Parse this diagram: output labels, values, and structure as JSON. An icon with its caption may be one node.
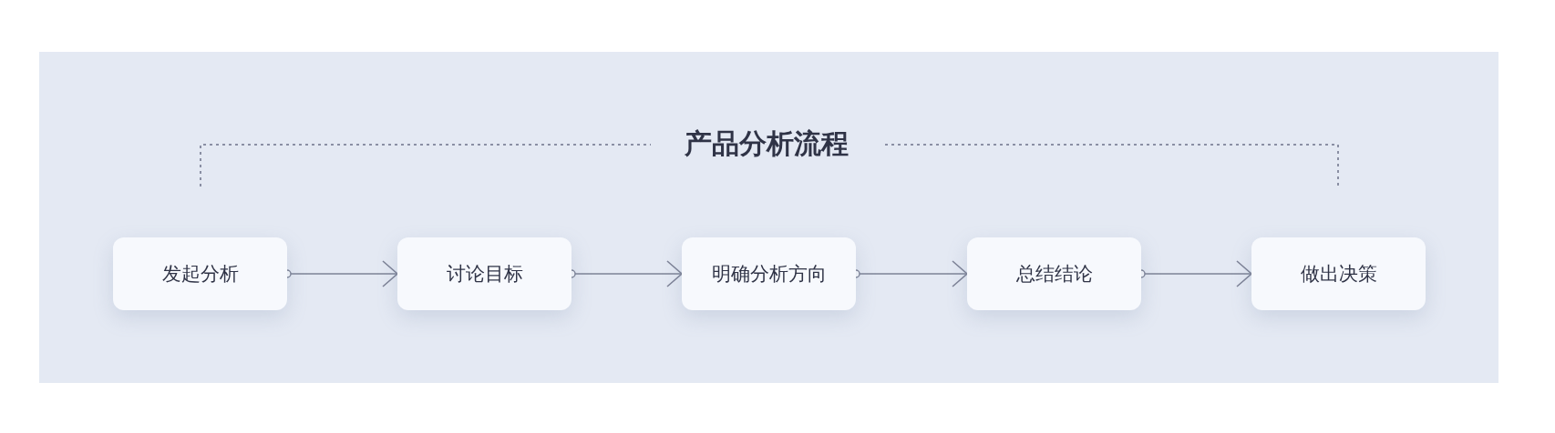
{
  "diagram": {
    "title": "产品分析流程",
    "nodes": [
      {
        "text": [
          "发起分析"
        ]
      },
      {
        "text": [
          "讨论目标"
        ]
      },
      {
        "text": [
          "明确分析方向"
        ]
      },
      {
        "text": [
          "总结结论"
        ]
      },
      {
        "text": [
          "做出决策"
        ]
      }
    ],
    "edges": [
      {
        "from": 0,
        "to": 1,
        "arrow": "to"
      },
      {
        "from": 1,
        "to": 2,
        "arrow": "to"
      },
      {
        "from": 2,
        "to": 3,
        "arrow": "to"
      },
      {
        "from": 3,
        "to": 4,
        "arrow": "to"
      }
    ]
  }
}
